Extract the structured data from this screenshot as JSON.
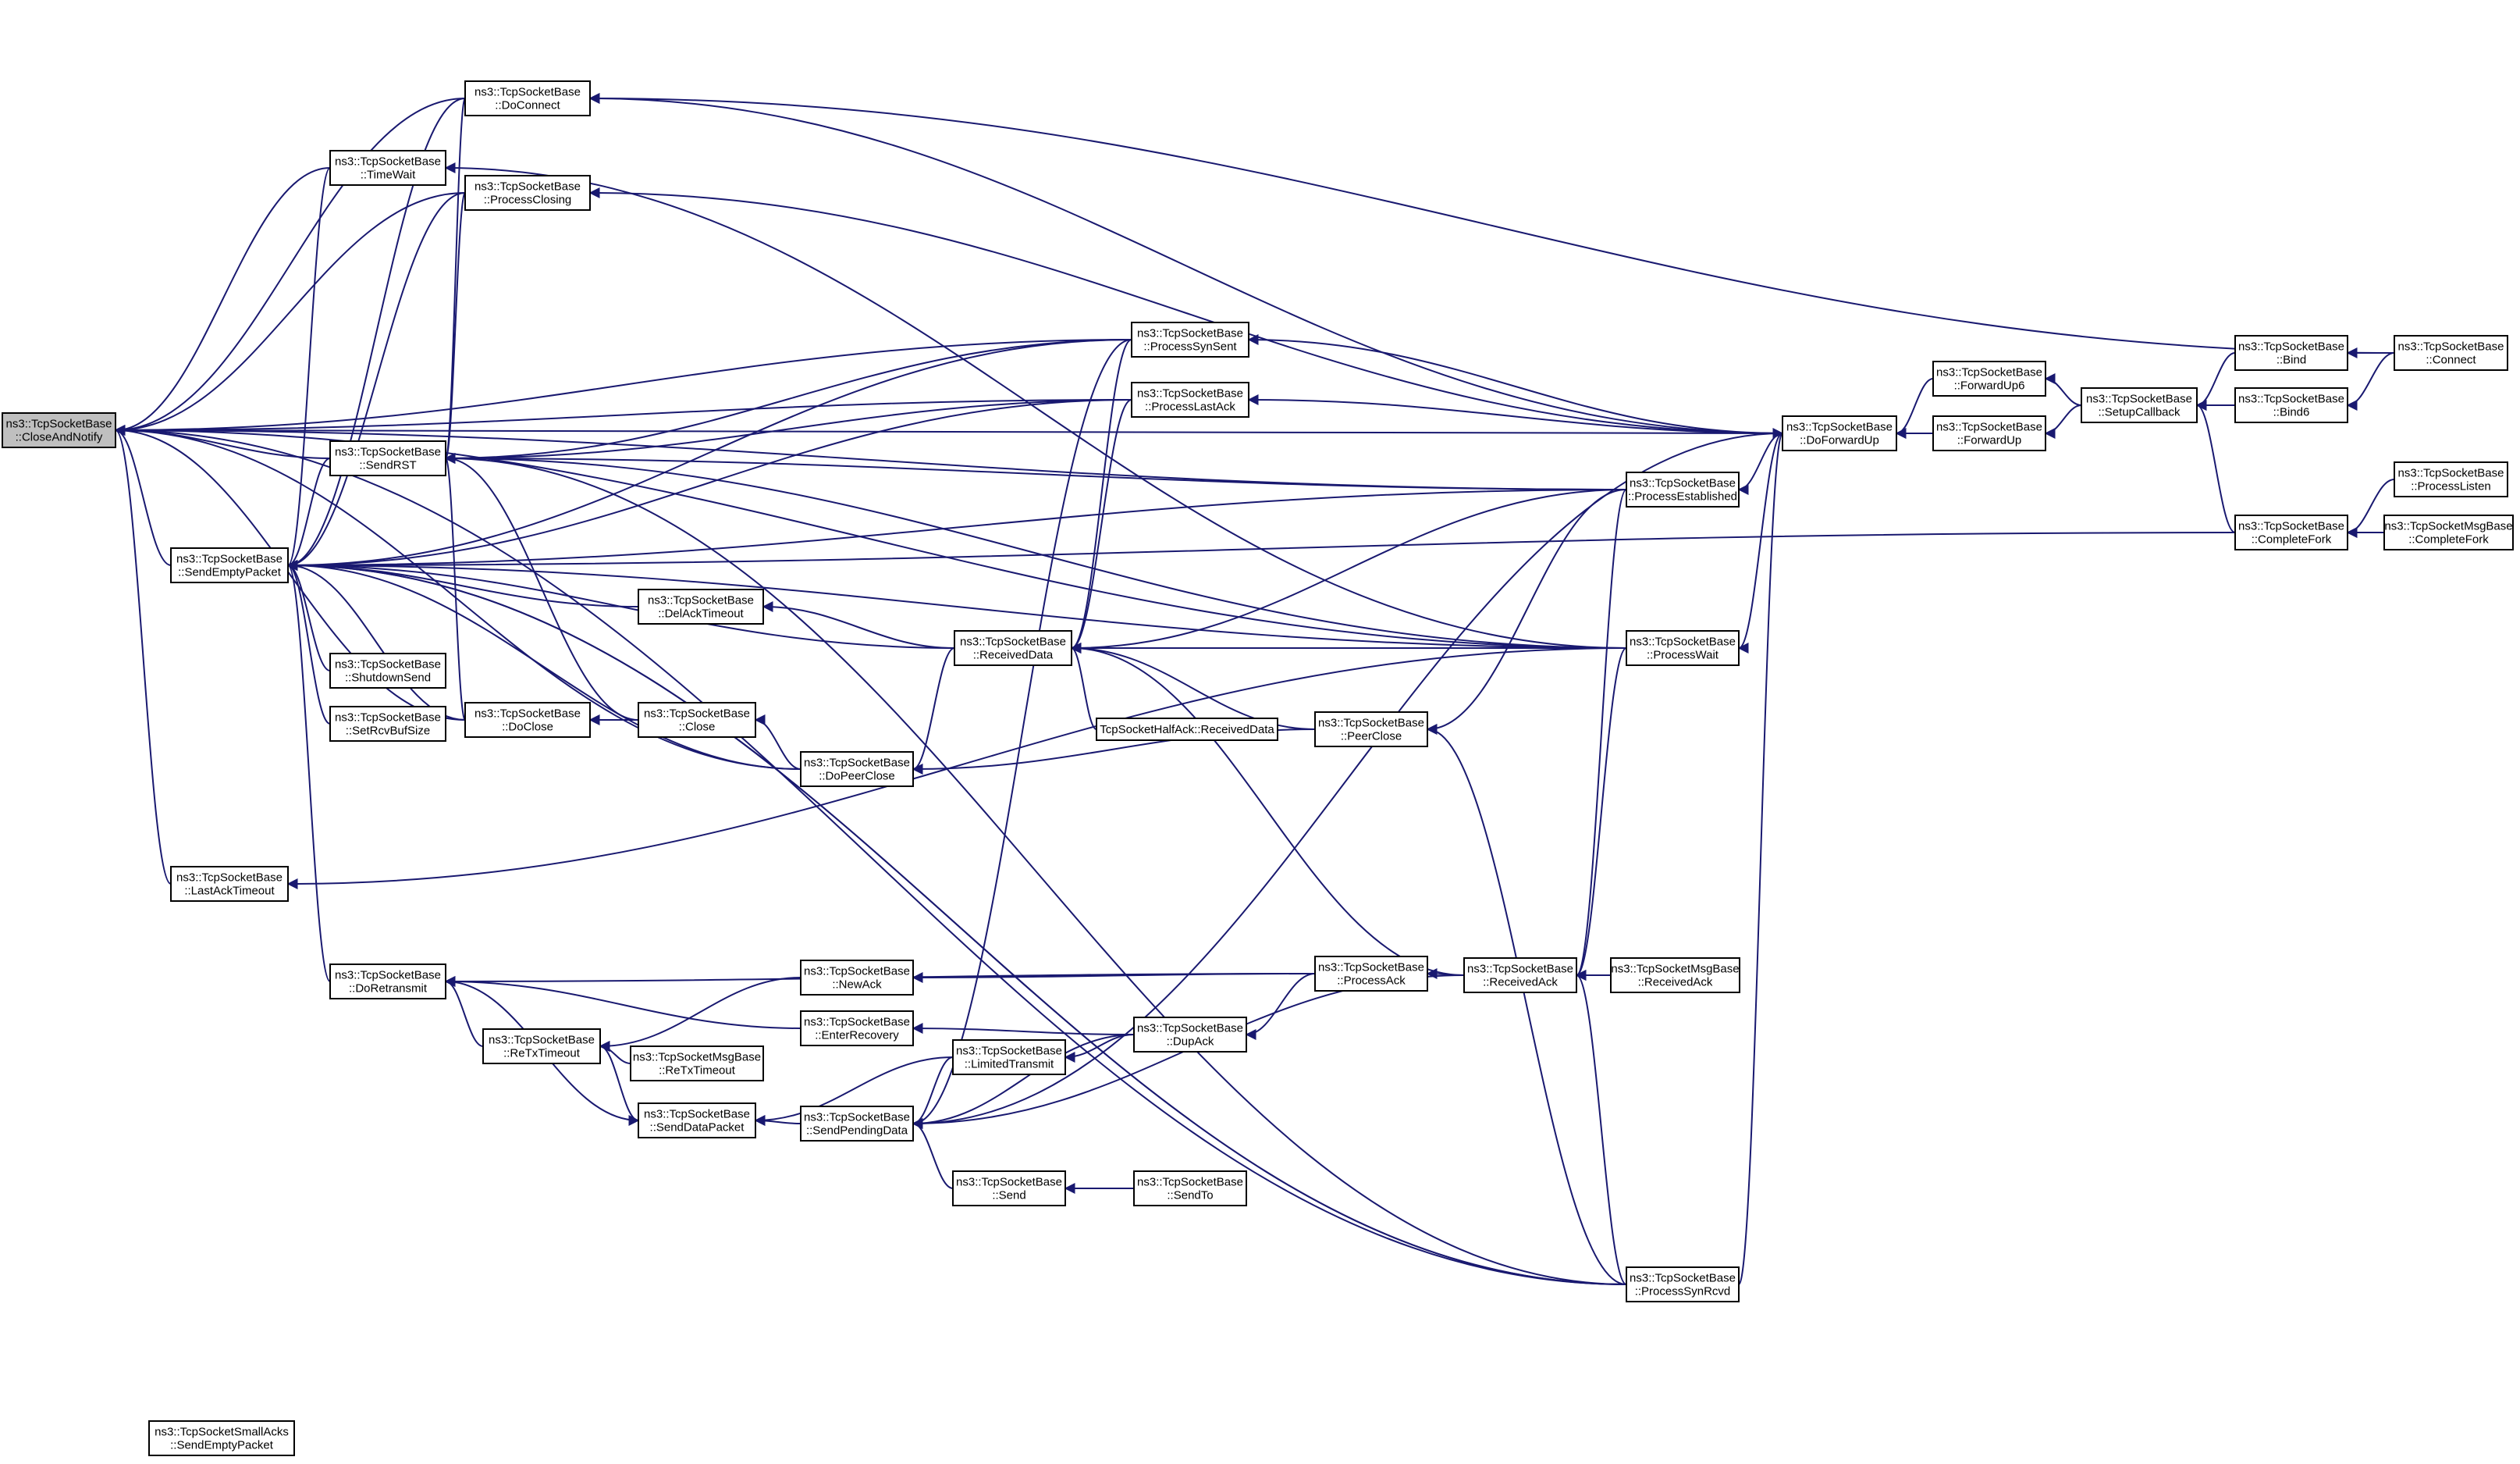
{
  "graph": {
    "edge_color": "#191970",
    "root_fill": "#bfbfbf",
    "nodes": [
      {
        "id": "close_and_notify",
        "lines": [
          "ns3::TcpSocketBase",
          "::CloseAndNotify"
        ],
        "root": true
      },
      {
        "id": "do_connect",
        "lines": [
          "ns3::TcpSocketBase",
          "::DoConnect"
        ]
      },
      {
        "id": "time_wait",
        "lines": [
          "ns3::TcpSocketBase",
          "::TimeWait"
        ]
      },
      {
        "id": "process_closing",
        "lines": [
          "ns3::TcpSocketBase",
          "::ProcessClosing"
        ]
      },
      {
        "id": "send_rst",
        "lines": [
          "ns3::TcpSocketBase",
          "::SendRST"
        ]
      },
      {
        "id": "send_empty_packet",
        "lines": [
          "ns3::TcpSocketBase",
          "::SendEmptyPacket"
        ]
      },
      {
        "id": "del_ack_timeout",
        "lines": [
          "ns3::TcpSocketBase",
          "::DelAckTimeout"
        ]
      },
      {
        "id": "shutdown_send",
        "lines": [
          "ns3::TcpSocketBase",
          "::ShutdownSend"
        ]
      },
      {
        "id": "set_rcv_buf_size",
        "lines": [
          "ns3::TcpSocketBase",
          "::SetRcvBufSize"
        ]
      },
      {
        "id": "do_close",
        "lines": [
          "ns3::TcpSocketBase",
          "::DoClose"
        ]
      },
      {
        "id": "close",
        "lines": [
          "ns3::TcpSocketBase",
          "::Close"
        ]
      },
      {
        "id": "do_peer_close",
        "lines": [
          "ns3::TcpSocketBase",
          "::DoPeerClose"
        ]
      },
      {
        "id": "last_ack_timeout",
        "lines": [
          "ns3::TcpSocketBase",
          "::LastAckTimeout"
        ]
      },
      {
        "id": "process_syn_sent",
        "lines": [
          "ns3::TcpSocketBase",
          "::ProcessSynSent"
        ]
      },
      {
        "id": "process_last_ack",
        "lines": [
          "ns3::TcpSocketBase",
          "::ProcessLastAck"
        ]
      },
      {
        "id": "received_data",
        "lines": [
          "ns3::TcpSocketBase",
          "::ReceivedData"
        ]
      },
      {
        "id": "half_ack_received_data",
        "lines": [
          "TcpSocketHalfAck::ReceivedData"
        ]
      },
      {
        "id": "peer_close",
        "lines": [
          "ns3::TcpSocketBase",
          "::PeerClose"
        ]
      },
      {
        "id": "process_established",
        "lines": [
          "ns3::TcpSocketBase",
          "::ProcessEstablished"
        ]
      },
      {
        "id": "process_wait",
        "lines": [
          "ns3::TcpSocketBase",
          "::ProcessWait"
        ]
      },
      {
        "id": "do_forward_up",
        "lines": [
          "ns3::TcpSocketBase",
          "::DoForwardUp"
        ]
      },
      {
        "id": "forward_up6",
        "lines": [
          "ns3::TcpSocketBase",
          "::ForwardUp6"
        ]
      },
      {
        "id": "forward_up",
        "lines": [
          "ns3::TcpSocketBase",
          "::ForwardUp"
        ]
      },
      {
        "id": "setup_callback",
        "lines": [
          "ns3::TcpSocketBase",
          "::SetupCallback"
        ]
      },
      {
        "id": "bind",
        "lines": [
          "ns3::TcpSocketBase",
          "::Bind"
        ]
      },
      {
        "id": "bind6",
        "lines": [
          "ns3::TcpSocketBase",
          "::Bind6"
        ]
      },
      {
        "id": "connect",
        "lines": [
          "ns3::TcpSocketBase",
          "::Connect"
        ]
      },
      {
        "id": "process_listen",
        "lines": [
          "ns3::TcpSocketBase",
          "::ProcessListen"
        ]
      },
      {
        "id": "complete_fork",
        "lines": [
          "ns3::TcpSocketBase",
          "::CompleteFork"
        ]
      },
      {
        "id": "msg_complete_fork",
        "lines": [
          "ns3::TcpSocketMsgBase",
          "::CompleteFork"
        ]
      },
      {
        "id": "do_retransmit",
        "lines": [
          "ns3::TcpSocketBase",
          "::DoRetransmit"
        ]
      },
      {
        "id": "retx_timeout",
        "lines": [
          "ns3::TcpSocketBase",
          "::ReTxTimeout"
        ]
      },
      {
        "id": "msg_retx_timeout",
        "lines": [
          "ns3::TcpSocketMsgBase",
          "::ReTxTimeout"
        ]
      },
      {
        "id": "new_ack",
        "lines": [
          "ns3::TcpSocketBase",
          "::NewAck"
        ]
      },
      {
        "id": "enter_recovery",
        "lines": [
          "ns3::TcpSocketBase",
          "::EnterRecovery"
        ]
      },
      {
        "id": "send_data_packet",
        "lines": [
          "ns3::TcpSocketBase",
          "::SendDataPacket"
        ]
      },
      {
        "id": "limited_transmit",
        "lines": [
          "ns3::TcpSocketBase",
          "::LimitedTransmit"
        ]
      },
      {
        "id": "send_pending_data",
        "lines": [
          "ns3::TcpSocketBase",
          "::SendPendingData"
        ]
      },
      {
        "id": "dup_ack",
        "lines": [
          "ns3::TcpSocketBase",
          "::DupAck"
        ]
      },
      {
        "id": "process_ack",
        "lines": [
          "ns3::TcpSocketBase",
          "::ProcessAck"
        ]
      },
      {
        "id": "received_ack",
        "lines": [
          "ns3::TcpSocketBase",
          "::ReceivedAck"
        ]
      },
      {
        "id": "msg_received_ack",
        "lines": [
          "ns3::TcpSocketMsgBase",
          "::ReceivedAck"
        ]
      },
      {
        "id": "send",
        "lines": [
          "ns3::TcpSocketBase",
          "::Send"
        ]
      },
      {
        "id": "send_to",
        "lines": [
          "ns3::TcpSocketBase",
          "::SendTo"
        ]
      },
      {
        "id": "process_syn_rcvd",
        "lines": [
          "ns3::TcpSocketBase",
          "::ProcessSynRcvd"
        ]
      },
      {
        "id": "small_acks_send_empty_packet",
        "lines": [
          "ns3::TcpSocketSmallAcks",
          "::SendEmptyPacket"
        ]
      }
    ],
    "edges": [
      [
        "do_connect",
        "close_and_notify"
      ],
      [
        "time_wait",
        "close_and_notify"
      ],
      [
        "process_closing",
        "close_and_notify"
      ],
      [
        "send_rst",
        "close_and_notify"
      ],
      [
        "send_empty_packet",
        "close_and_notify"
      ],
      [
        "do_close",
        "close_and_notify"
      ],
      [
        "do_peer_close",
        "close_and_notify"
      ],
      [
        "last_ack_timeout",
        "close_and_notify"
      ],
      [
        "process_syn_sent",
        "close_and_notify"
      ],
      [
        "process_last_ack",
        "close_and_notify"
      ],
      [
        "process_established",
        "close_and_notify"
      ],
      [
        "process_wait",
        "close_and_notify"
      ],
      [
        "process_syn_rcvd",
        "close_and_notify"
      ],
      [
        "do_forward_up",
        "close_and_notify"
      ],
      [
        "do_forward_up",
        "do_connect"
      ],
      [
        "connect",
        "do_connect"
      ],
      [
        "process_wait",
        "time_wait"
      ],
      [
        "do_forward_up",
        "process_closing"
      ],
      [
        "do_connect",
        "send_rst"
      ],
      [
        "process_closing",
        "send_rst"
      ],
      [
        "do_close",
        "send_rst"
      ],
      [
        "close",
        "send_rst"
      ],
      [
        "process_syn_sent",
        "send_rst"
      ],
      [
        "process_last_ack",
        "send_rst"
      ],
      [
        "process_established",
        "send_rst"
      ],
      [
        "process_wait",
        "send_rst"
      ],
      [
        "process_syn_rcvd",
        "send_rst"
      ],
      [
        "do_connect",
        "send_empty_packet"
      ],
      [
        "time_wait",
        "send_empty_packet"
      ],
      [
        "process_closing",
        "send_empty_packet"
      ],
      [
        "send_rst",
        "send_empty_packet"
      ],
      [
        "del_ack_timeout",
        "send_empty_packet"
      ],
      [
        "shutdown_send",
        "send_empty_packet"
      ],
      [
        "set_rcv_buf_size",
        "send_empty_packet"
      ],
      [
        "do_close",
        "send_empty_packet"
      ],
      [
        "do_peer_close",
        "send_empty_packet"
      ],
      [
        "process_syn_sent",
        "send_empty_packet"
      ],
      [
        "process_established",
        "send_empty_packet"
      ],
      [
        "received_data",
        "send_empty_packet"
      ],
      [
        "do_retransmit",
        "send_empty_packet"
      ],
      [
        "process_wait",
        "send_empty_packet"
      ],
      [
        "process_syn_rcvd",
        "send_empty_packet"
      ],
      [
        "complete_fork",
        "send_empty_packet"
      ],
      [
        "process_last_ack",
        "send_empty_packet"
      ],
      [
        "received_data",
        "del_ack_timeout"
      ],
      [
        "close",
        "do_close"
      ],
      [
        "do_peer_close",
        "close"
      ],
      [
        "process_wait",
        "last_ack_timeout"
      ],
      [
        "received_data",
        "do_peer_close"
      ],
      [
        "peer_close",
        "do_peer_close"
      ],
      [
        "do_forward_up",
        "process_syn_sent"
      ],
      [
        "do_forward_up",
        "process_last_ack"
      ],
      [
        "process_syn_sent",
        "received_data"
      ],
      [
        "process_last_ack",
        "received_data"
      ],
      [
        "process_established",
        "received_data"
      ],
      [
        "process_wait",
        "received_data"
      ],
      [
        "half_ack_received_data",
        "received_data"
      ],
      [
        "peer_close",
        "received_data"
      ],
      [
        "received_ack",
        "received_data"
      ],
      [
        "process_established",
        "peer_close"
      ],
      [
        "process_syn_rcvd",
        "peer_close"
      ],
      [
        "do_forward_up",
        "process_established"
      ],
      [
        "do_forward_up",
        "process_wait"
      ],
      [
        "forward_up6",
        "do_forward_up"
      ],
      [
        "forward_up",
        "do_forward_up"
      ],
      [
        "process_syn_rcvd",
        "do_forward_up"
      ],
      [
        "setup_callback",
        "forward_up6"
      ],
      [
        "setup_callback",
        "forward_up"
      ],
      [
        "bind",
        "setup_callback"
      ],
      [
        "bind6",
        "setup_callback"
      ],
      [
        "complete_fork",
        "setup_callback"
      ],
      [
        "connect",
        "bind"
      ],
      [
        "connect",
        "bind6"
      ],
      [
        "process_listen",
        "complete_fork"
      ],
      [
        "msg_complete_fork",
        "complete_fork"
      ],
      [
        "process_ack",
        "do_retransmit"
      ],
      [
        "enter_recovery",
        "do_retransmit"
      ],
      [
        "retx_timeout",
        "do_retransmit"
      ],
      [
        "new_ack",
        "retx_timeout"
      ],
      [
        "msg_retx_timeout",
        "retx_timeout"
      ],
      [
        "send_data_packet",
        "retx_timeout"
      ],
      [
        "process_ack",
        "new_ack"
      ],
      [
        "dup_ack",
        "enter_recovery"
      ],
      [
        "do_retransmit",
        "send_data_packet"
      ],
      [
        "send_pending_data",
        "send_data_packet"
      ],
      [
        "limited_transmit",
        "send_data_packet"
      ],
      [
        "dup_ack",
        "limited_transmit"
      ],
      [
        "limited_transmit",
        "send_pending_data"
      ],
      [
        "dup_ack",
        "send_pending_data"
      ],
      [
        "received_ack",
        "send_pending_data"
      ],
      [
        "send",
        "send_pending_data"
      ],
      [
        "do_forward_up",
        "send_pending_data"
      ],
      [
        "process_ack",
        "dup_ack"
      ],
      [
        "received_ack",
        "process_ack"
      ],
      [
        "msg_received_ack",
        "received_ack"
      ],
      [
        "process_established",
        "received_ack"
      ],
      [
        "process_wait",
        "received_ack"
      ],
      [
        "process_syn_rcvd",
        "received_ack"
      ],
      [
        "send_to",
        "send"
      ],
      [
        "process_syn_sent",
        "send_pending_data"
      ],
      [
        "process_syn_rcvd",
        "send_empty_packet"
      ]
    ]
  }
}
